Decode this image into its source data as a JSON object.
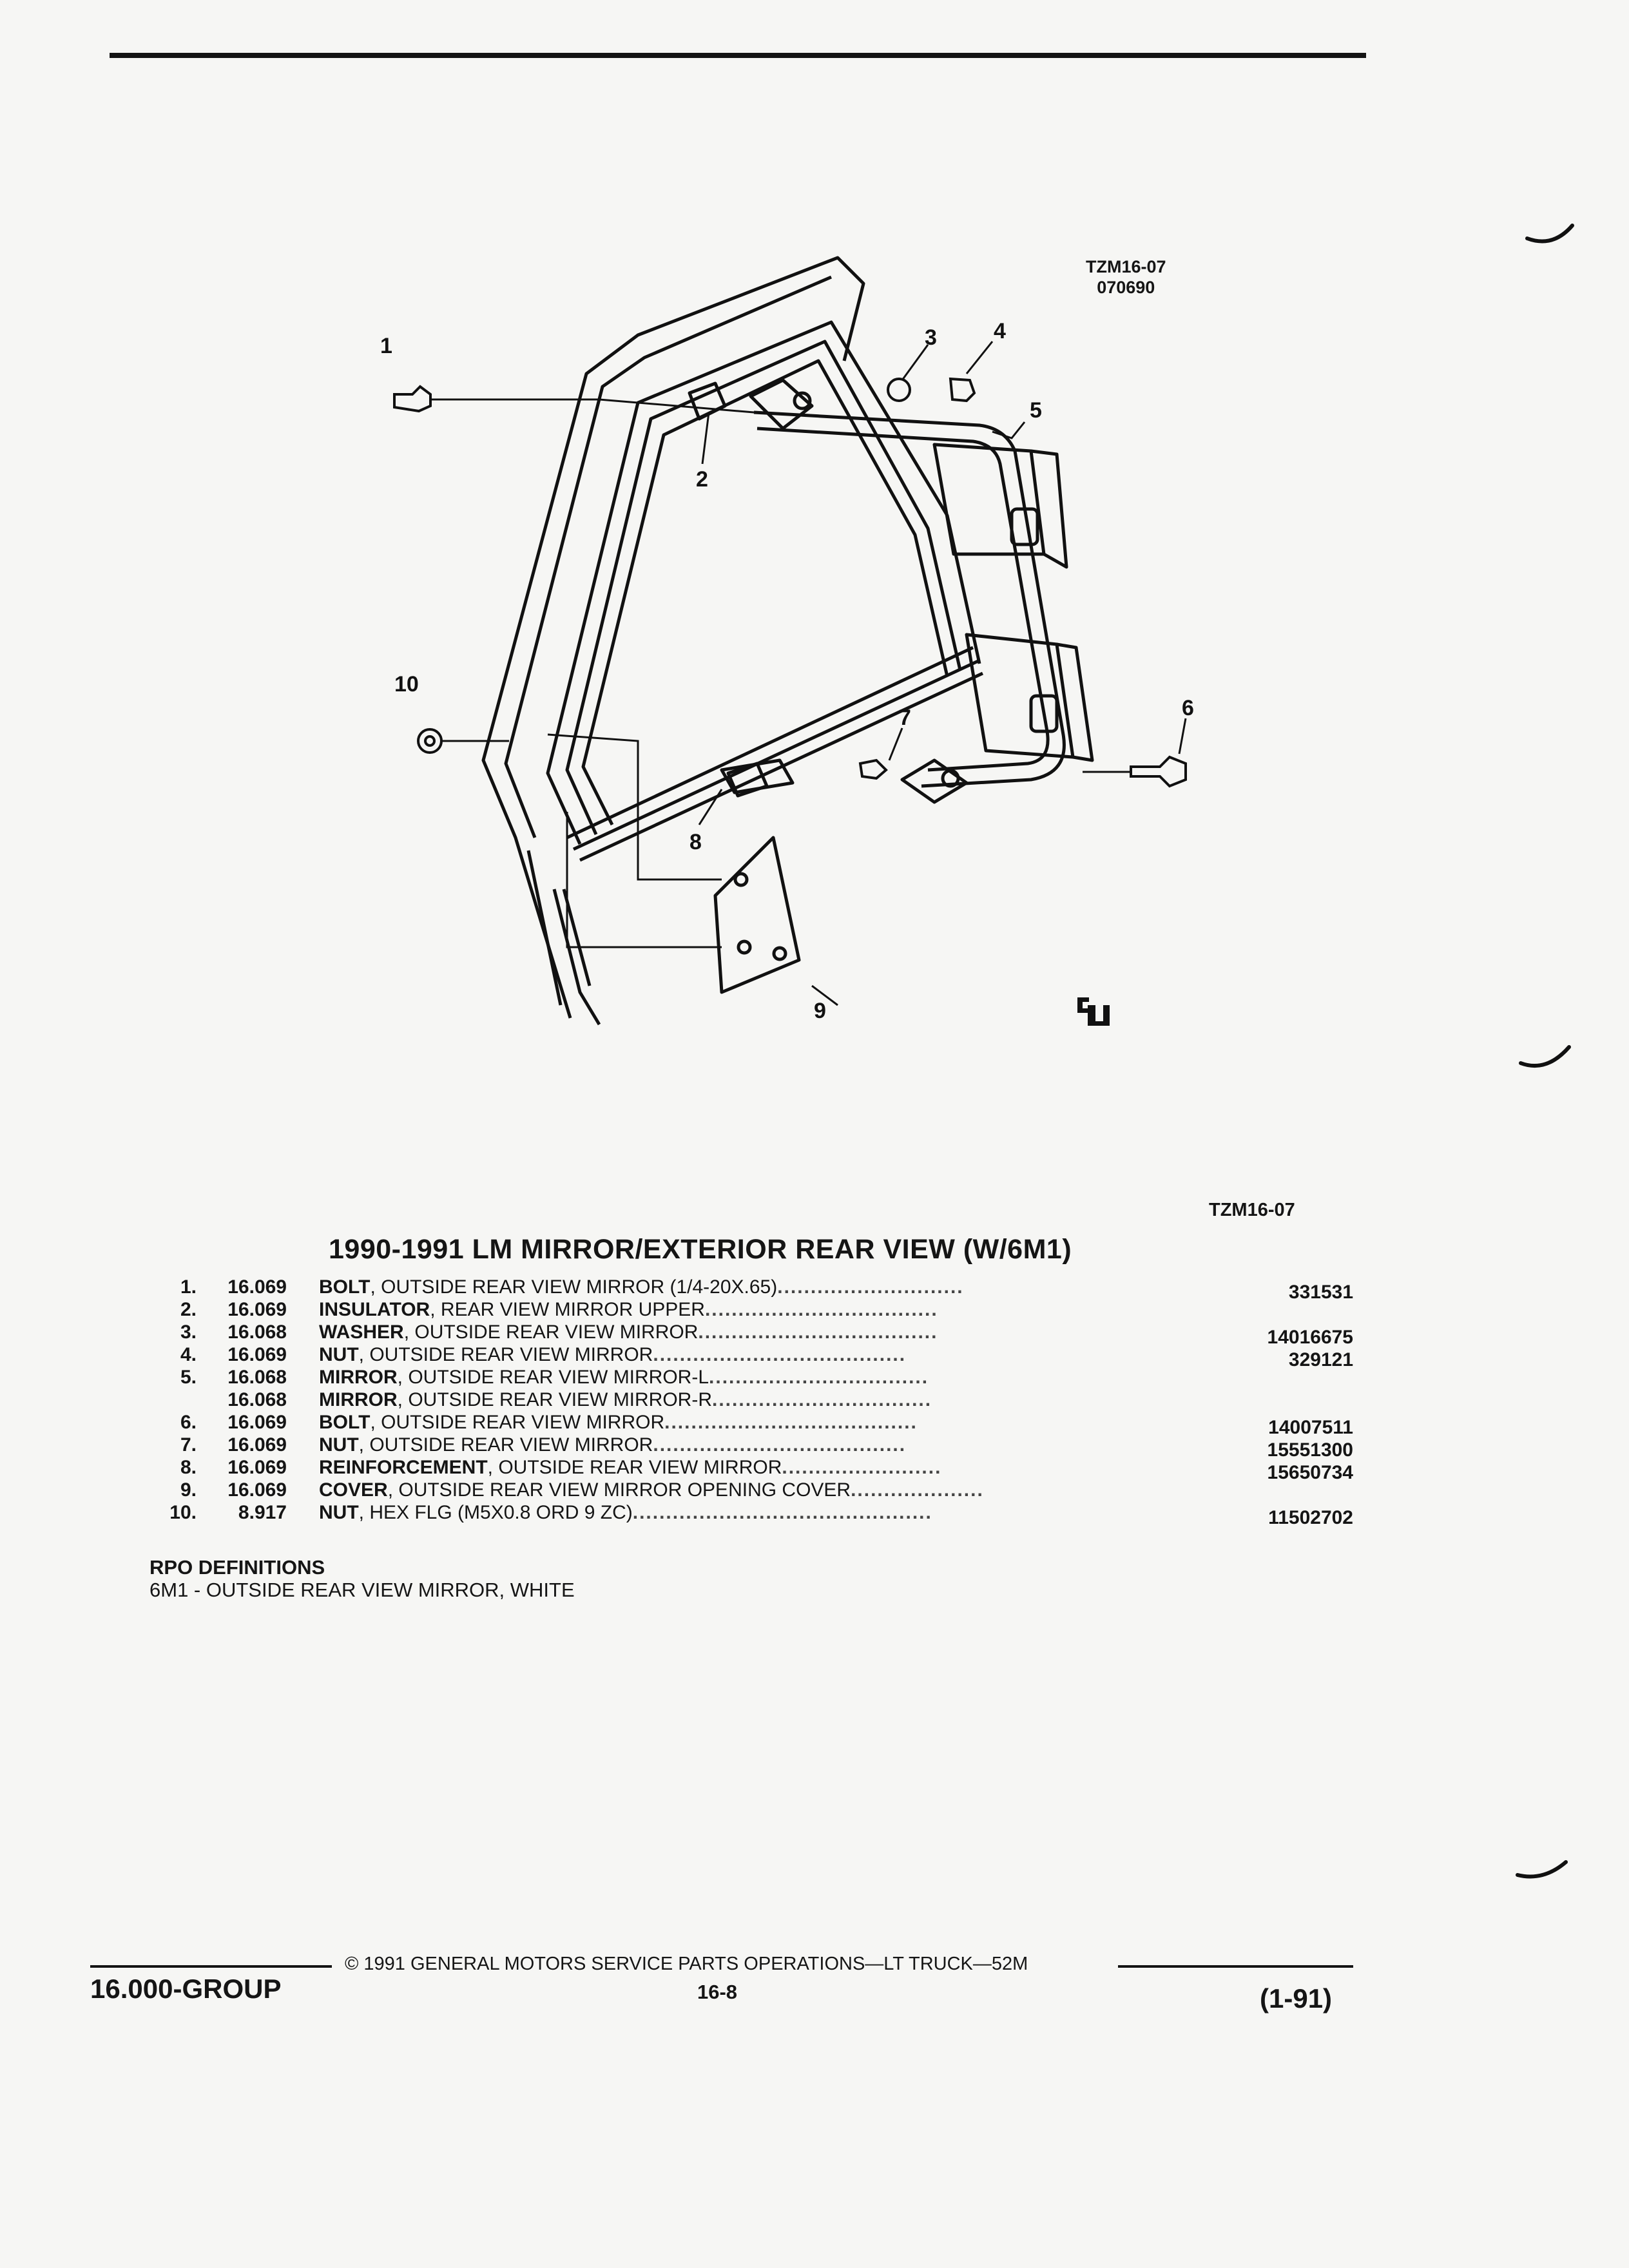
{
  "figure": {
    "id": "TZM16-07",
    "date": "070690",
    "callouts": [
      "1",
      "2",
      "3",
      "4",
      "5",
      "6",
      "7",
      "8",
      "9",
      "10"
    ],
    "logo": "GM service parts mark"
  },
  "figure_ref": "TZM16-07",
  "title": "1990-1991 LM MIRROR/EXTERIOR REAR VIEW (W/6M1)",
  "parts": [
    {
      "num": "1.",
      "group": "16.069",
      "name": "BOLT",
      "desc": ", OUTSIDE REAR VIEW MIRROR (1/4-20X.65)",
      "dots": "............................",
      "pn": "331531"
    },
    {
      "num": "2.",
      "group": "16.069",
      "name": "INSULATOR",
      "desc": ", REAR VIEW MIRROR UPPER",
      "dots": "...................................",
      "pn": ""
    },
    {
      "num": "3.",
      "group": "16.068",
      "name": "WASHER",
      "desc": ", OUTSIDE REAR VIEW MIRROR",
      "dots": "....................................",
      "pn": "14016675"
    },
    {
      "num": "4.",
      "group": "16.069",
      "name": "NUT",
      "desc": ", OUTSIDE REAR VIEW MIRROR",
      "dots": "......................................",
      "pn": "329121"
    },
    {
      "num": "5.",
      "group": "16.068",
      "name": "MIRROR",
      "desc": ", OUTSIDE REAR VIEW MIRROR-L",
      "dots": ".................................",
      "pn": ""
    },
    {
      "num": "",
      "group": "16.068",
      "name": "MIRROR",
      "desc": ", OUTSIDE REAR VIEW MIRROR-R",
      "dots": ".................................",
      "pn": ""
    },
    {
      "num": "6.",
      "group": "16.069",
      "name": "BOLT",
      "desc": ", OUTSIDE REAR VIEW MIRROR",
      "dots": "......................................",
      "pn": "14007511"
    },
    {
      "num": "7.",
      "group": "16.069",
      "name": "NUT",
      "desc": ", OUTSIDE REAR VIEW MIRROR",
      "dots": "......................................",
      "pn": "15551300"
    },
    {
      "num": "8.",
      "group": "16.069",
      "name": "REINFORCEMENT",
      "desc": ", OUTSIDE REAR VIEW MIRROR",
      "dots": "........................",
      "pn": "15650734"
    },
    {
      "num": "9.",
      "group": "16.069",
      "name": "COVER",
      "desc": ", OUTSIDE REAR VIEW MIRROR OPENING COVER",
      "dots": "....................",
      "pn": ""
    },
    {
      "num": "10.",
      "group": "8.917",
      "name": "NUT",
      "desc": ", HEX FLG (M5X0.8 ORD 9 ZC)",
      "dots": ".............................................",
      "pn": "11502702"
    }
  ],
  "rpo": {
    "heading": "RPO DEFINITIONS",
    "line": "6M1 - OUTSIDE REAR VIEW MIRROR, WHITE"
  },
  "footer": {
    "group": "16.000-GROUP",
    "copyright": "© 1991 GENERAL MOTORS SERVICE PARTS OPERATIONS—LT TRUCK—52M",
    "page": "16-8",
    "date": "(1-91)"
  }
}
